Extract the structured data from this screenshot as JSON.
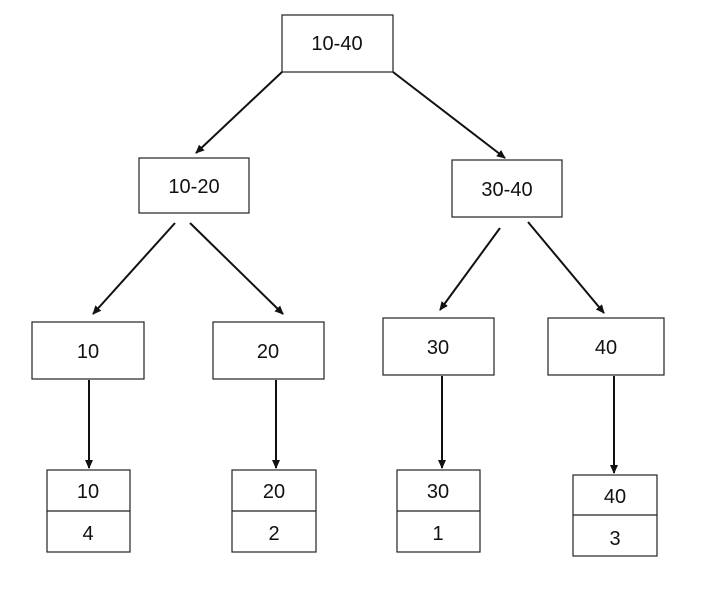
{
  "diagram": {
    "root": {
      "label": "10-40"
    },
    "mid_left": {
      "label": "10-20"
    },
    "mid_right": {
      "label": "30-40"
    },
    "leaves": [
      {
        "label": "10"
      },
      {
        "label": "20"
      },
      {
        "label": "30"
      },
      {
        "label": "40"
      }
    ],
    "records": [
      {
        "key": "10",
        "value": "4"
      },
      {
        "key": "20",
        "value": "2"
      },
      {
        "key": "30",
        "value": "1"
      },
      {
        "key": "40",
        "value": "3"
      }
    ]
  }
}
